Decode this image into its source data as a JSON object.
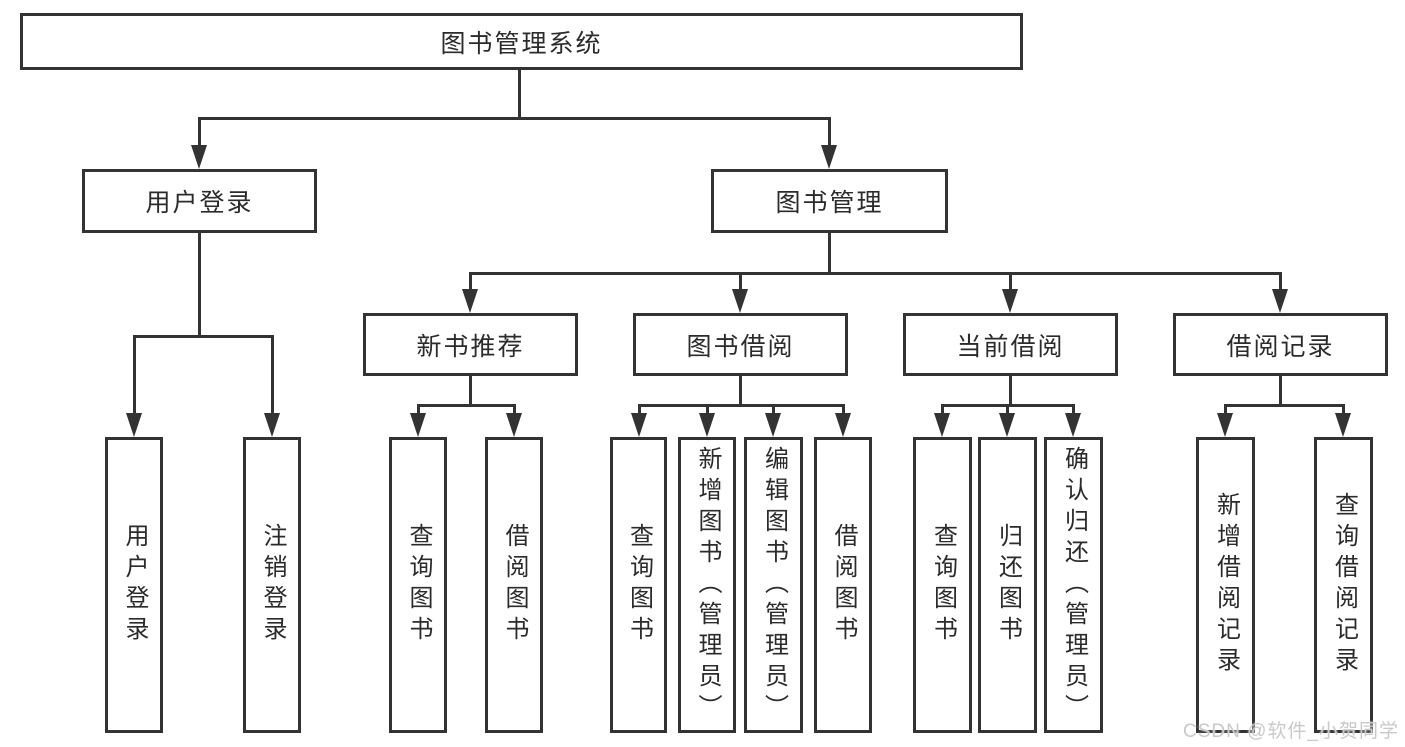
{
  "diagram": {
    "root": "图书管理系统",
    "level2": [
      "用户登录",
      "图书管理"
    ],
    "level3": [
      "新书推荐",
      "图书借阅",
      "当前借阅",
      "借阅记录"
    ],
    "leaves": [
      "用户登录",
      "注销登录",
      "查询图书",
      "借阅图书",
      "查询图书",
      "新增图书（管理员）",
      "编辑图书（管理员）",
      "借阅图书",
      "查询图书",
      "归还图书",
      "确认归还（管理员）",
      "新增借阅记录",
      "查询借阅记录"
    ]
  },
  "watermark": "CSDN @软件_小贺同学",
  "colors": {
    "line": "#333333",
    "box_border": "#333333",
    "text": "#2b2b2b",
    "background": "#ffffff",
    "watermark": "#c9c9c9"
  }
}
